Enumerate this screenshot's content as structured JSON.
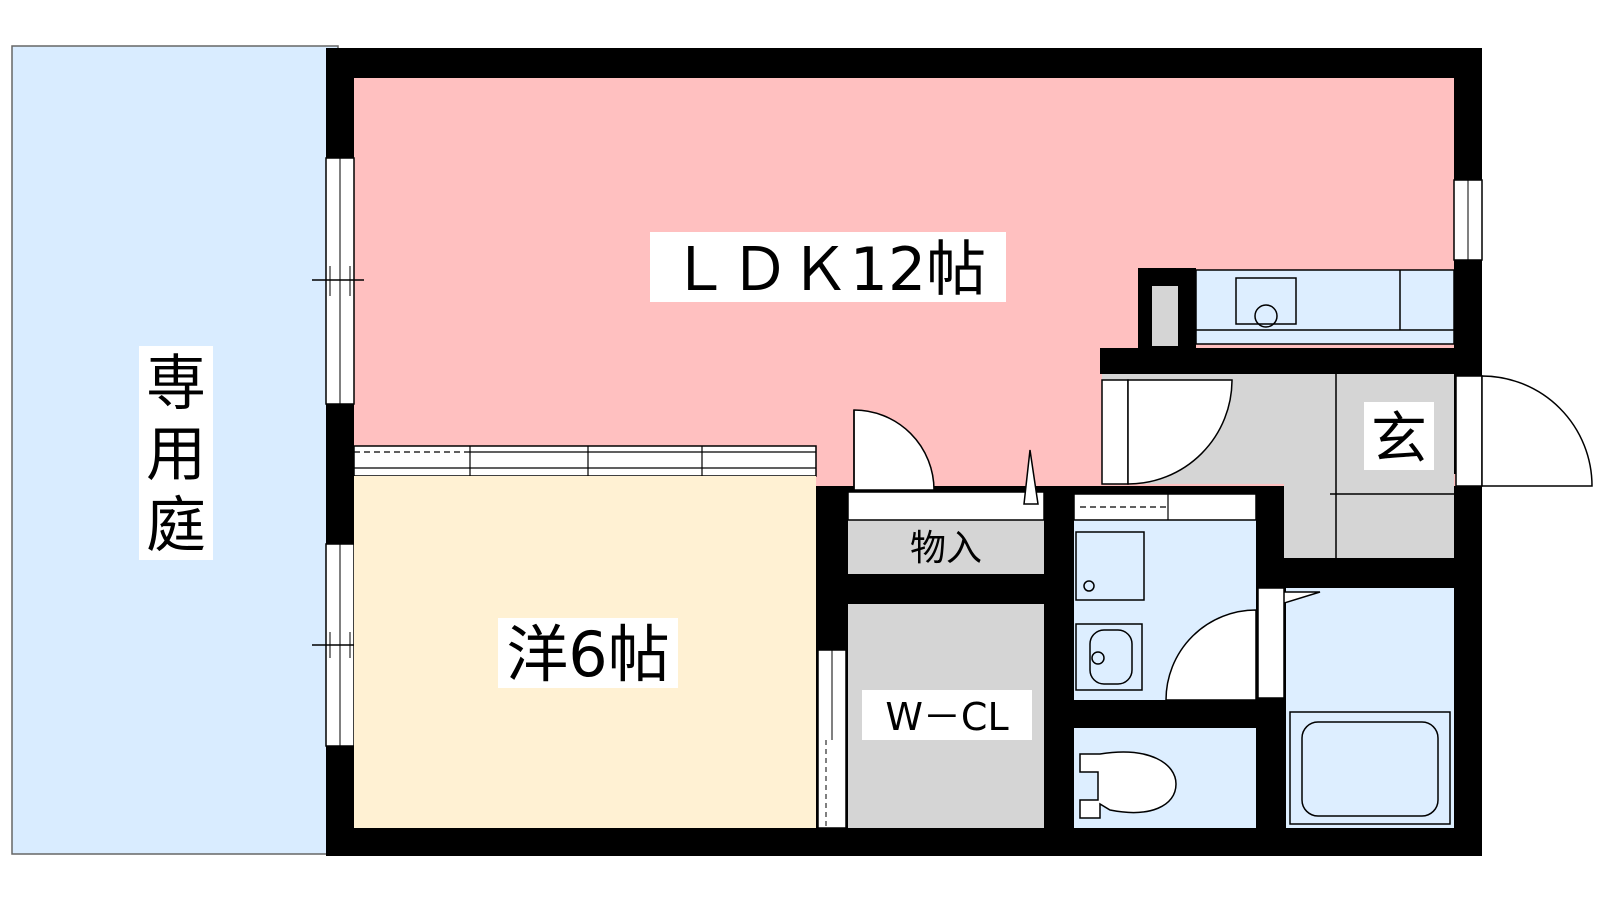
{
  "floor_plan": {
    "rooms": {
      "garden": {
        "label_chars": [
          "専",
          "用",
          "庭"
        ],
        "color": "#d9ecff"
      },
      "ldk": {
        "label": "ＬＤＫ12帖",
        "color": "#ffc0c0"
      },
      "western_room": {
        "label": "洋6帖",
        "color": "#fff1d3"
      },
      "storage": {
        "label": "物入",
        "color": "#d5d5d5"
      },
      "walk_in_closet": {
        "label": "W－CL",
        "color": "#d5d5d5"
      },
      "entrance": {
        "label": "玄",
        "color": "#d5d5d5"
      },
      "wet_area": {
        "color": "#ddeeff"
      }
    },
    "wall_color": "#000000"
  }
}
